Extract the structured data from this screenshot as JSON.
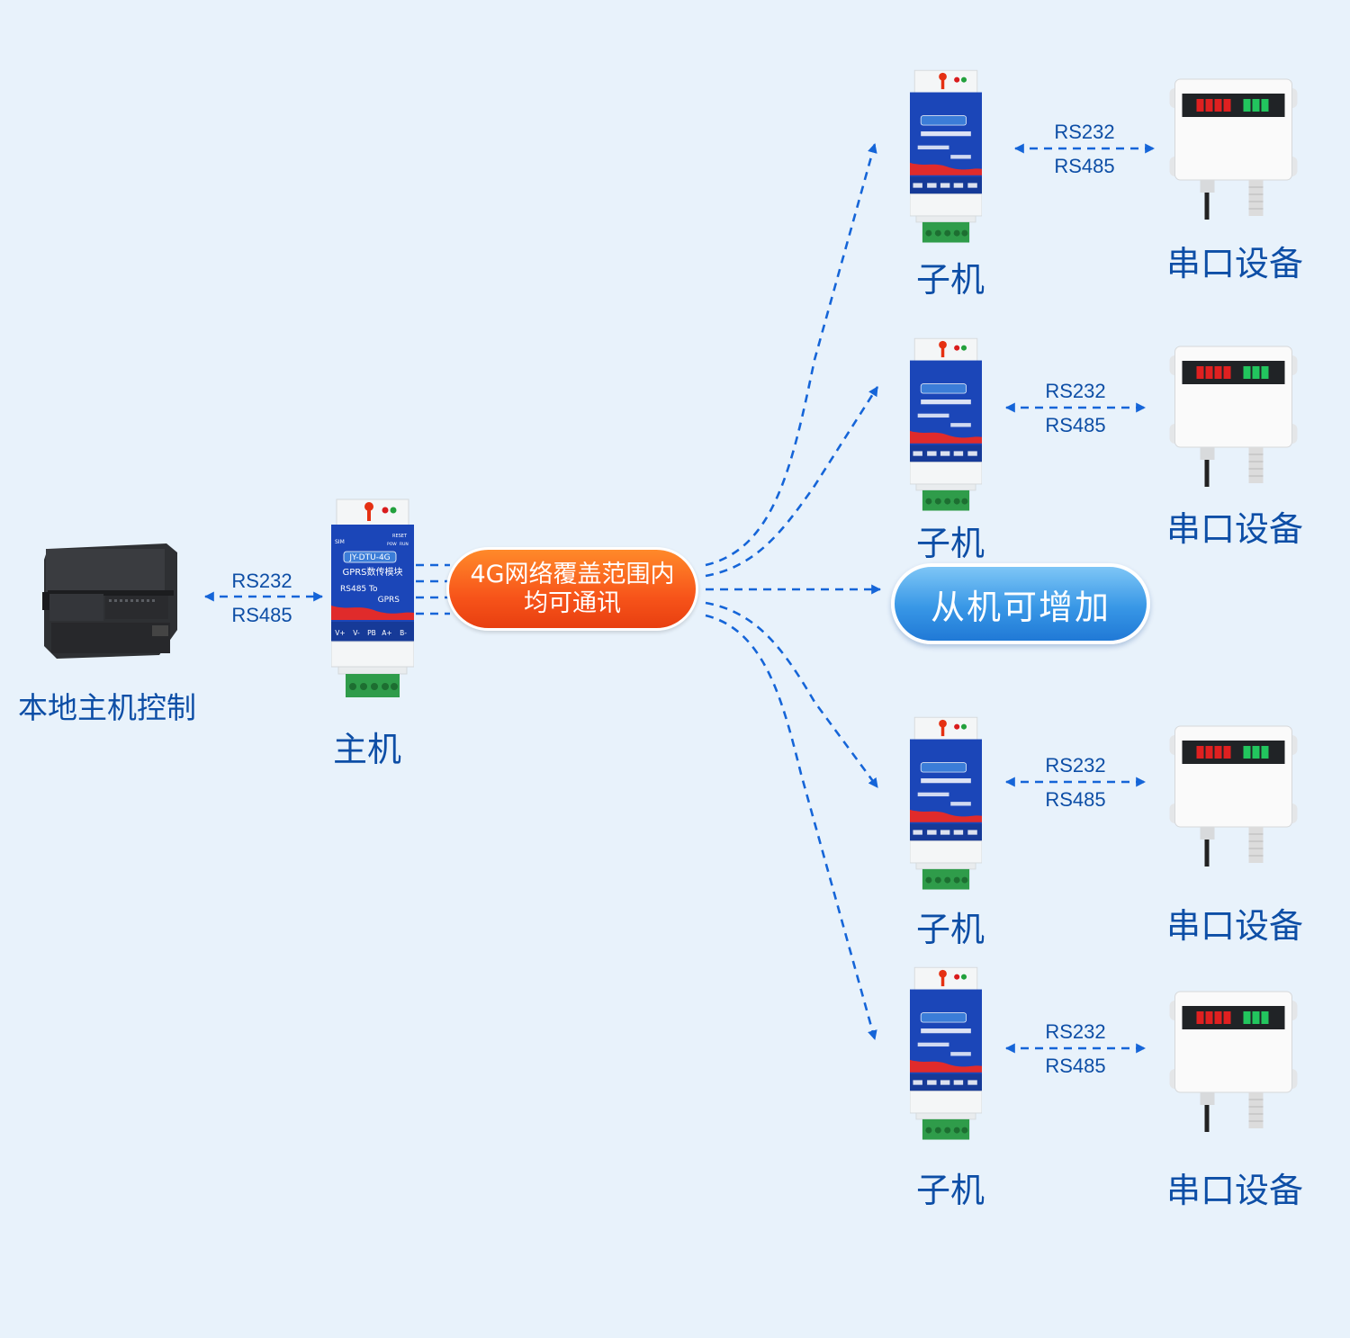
{
  "left_label": "本地主机控制",
  "master_label": "主机",
  "slave_label": "子机",
  "serial_label": "串口设备",
  "network_text_line1": "4G网络覆盖范围内",
  "network_text_line2": "均可通讯",
  "add_slave_text": "从机可增加",
  "proto_top": "RS232",
  "proto_bottom": "RS485",
  "device": {
    "model": "JY-DTU-4G",
    "name": "GPRS数传模块",
    "line1": "RS485 To",
    "line2": "GPRS",
    "sim": "SIM",
    "reset": "RESET",
    "pow": "POW",
    "run": "RUN",
    "terminals": [
      "V+",
      "V-",
      "PB",
      "A+",
      "B-"
    ]
  },
  "colors": {
    "background": "#e8f2fb",
    "accent_blue": "#0d4ea6",
    "arrow_blue": "#1565d8",
    "bubble_orange": "#f7541a",
    "pill_blue": "#3897e6"
  }
}
